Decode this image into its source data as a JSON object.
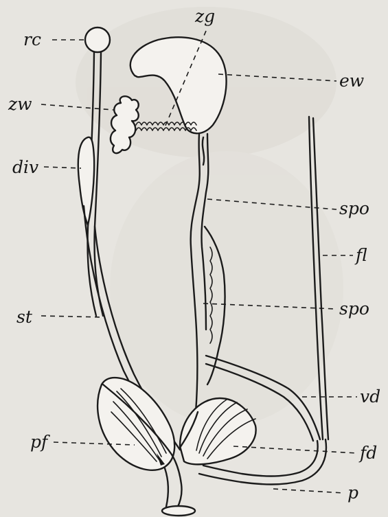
{
  "figure": {
    "background": "#e7e5e0",
    "ink": "#1b1b1b",
    "labels": {
      "rc": "rc",
      "zg": "zg",
      "zw": "zw",
      "ew": "ew",
      "div": "div",
      "spo_upper": "spo",
      "fl": "fl",
      "st": "st",
      "spo_lower": "spo",
      "vd": "vd",
      "pf": "pf",
      "fd": "fd",
      "p": "p"
    }
  }
}
